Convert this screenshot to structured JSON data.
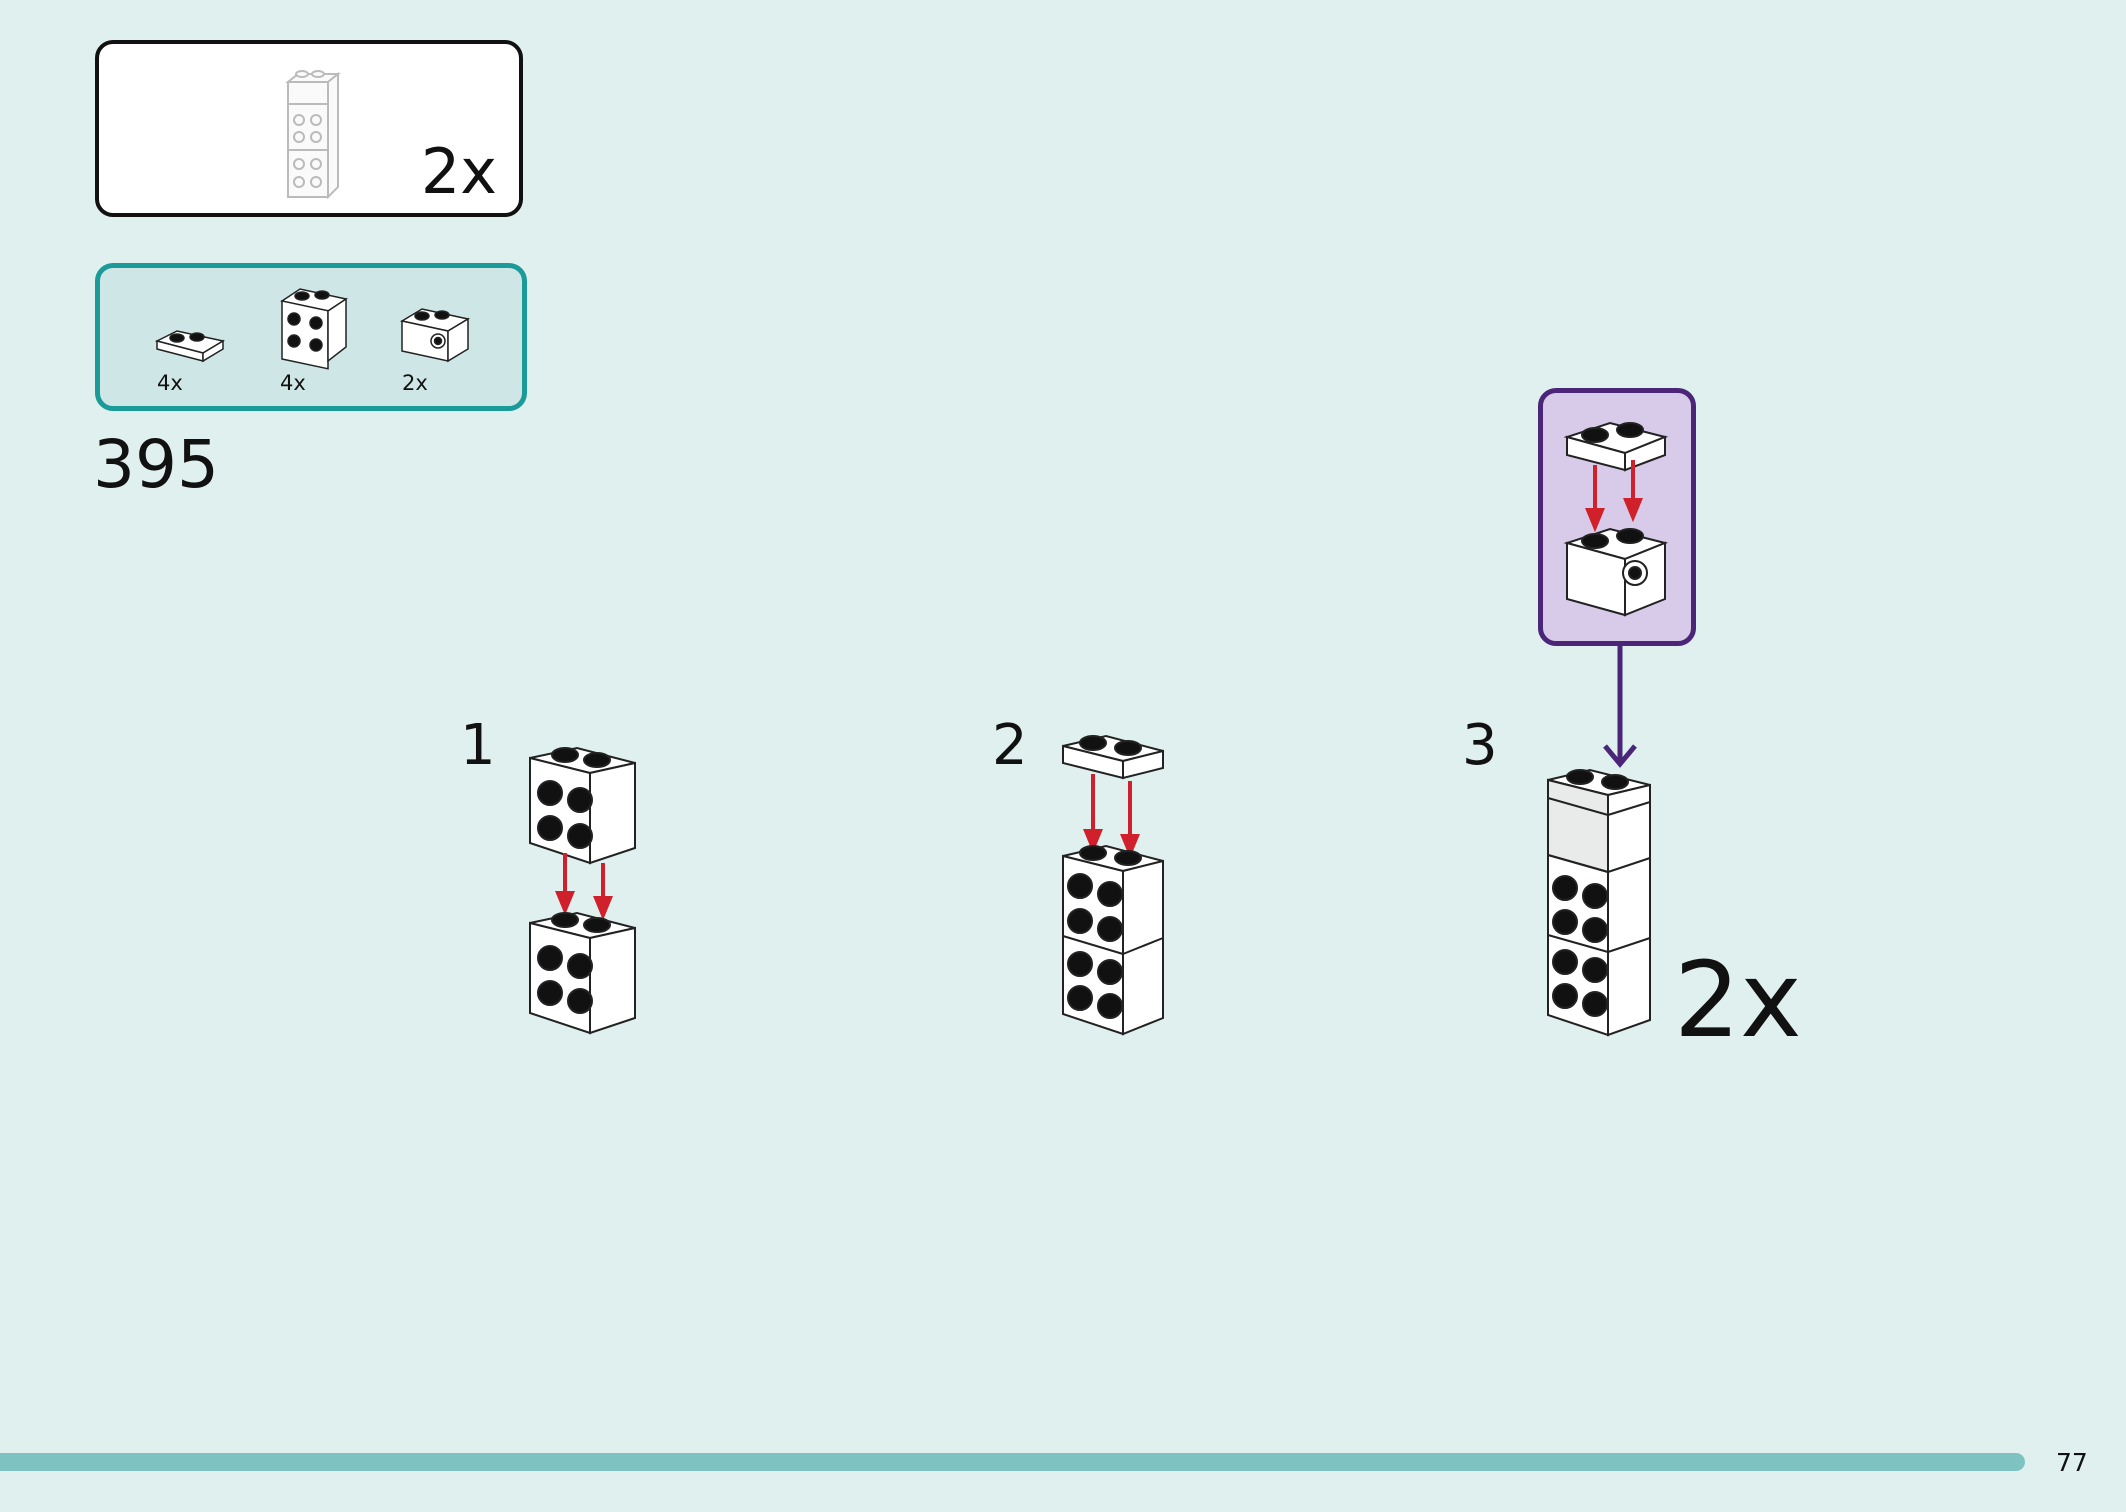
{
  "result": {
    "count": "2x"
  },
  "parts": [
    {
      "qty": "4x",
      "name": "1x2 plate"
    },
    {
      "qty": "4x",
      "name": "1x2 brick with studs on side"
    },
    {
      "qty": "2x",
      "name": "1x2 brick with hole"
    }
  ],
  "set_number": "395",
  "steps": [
    {
      "number": "1"
    },
    {
      "number": "2"
    },
    {
      "number": "3",
      "count": "2x"
    }
  ],
  "page_number": "77",
  "colors": {
    "background": "#e0f0ef",
    "parts_border": "#1a9a99",
    "callout_border": "#4a2578",
    "callout_fill": "#d8cbe9",
    "arrow": "#d0202c",
    "progress": "#7ec3c2"
  }
}
